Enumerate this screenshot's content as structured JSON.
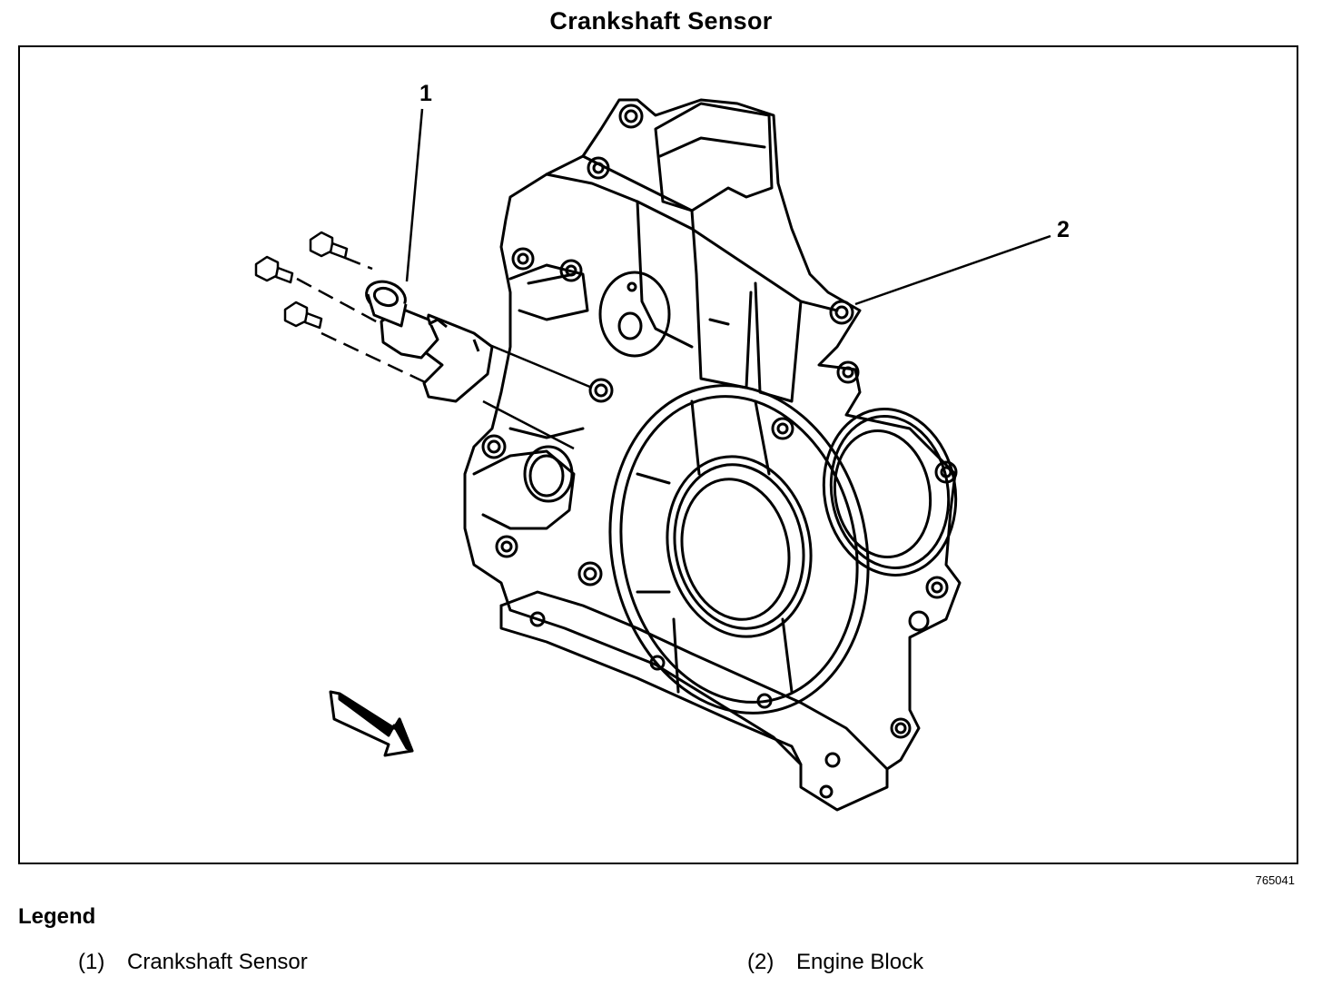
{
  "title": "Crankshaft Sensor",
  "callouts": [
    "1",
    "2"
  ],
  "figure_id": "765041",
  "legend": {
    "heading": "Legend",
    "items": [
      {
        "number": "(1)",
        "label": "Crankshaft Sensor"
      },
      {
        "number": "(2)",
        "label": "Engine Block"
      }
    ]
  }
}
